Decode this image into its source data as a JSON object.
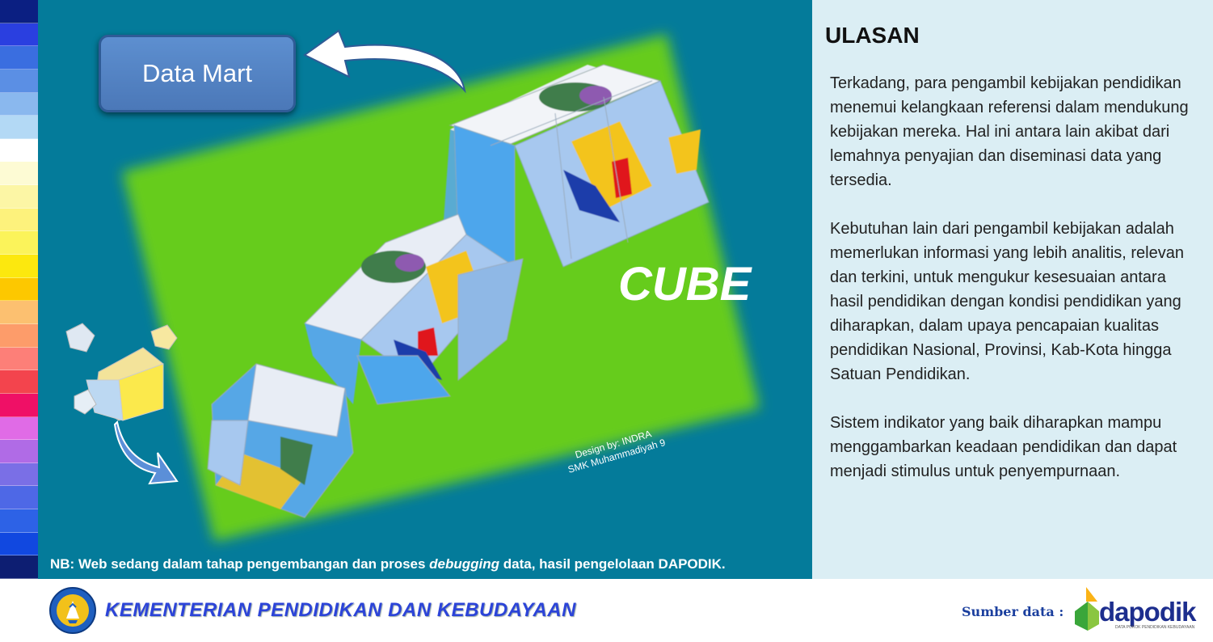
{
  "swatch_colors": [
    "#0b1f82",
    "#2a3fe0",
    "#3a6ee0",
    "#5b8fe4",
    "#8ab8ee",
    "#b3d9f5",
    "#ffffff",
    "#fdfbd4",
    "#fcf6a5",
    "#fdf27c",
    "#fbf35a",
    "#fce80e",
    "#fdc800",
    "#fcc070",
    "#fd9c6a",
    "#fd7f78",
    "#f3444d",
    "#ef1066",
    "#e06be6",
    "#b06be6",
    "#7a6fe6",
    "#4e68e6",
    "#2d62e6",
    "#1148e0",
    "#0d1e72"
  ],
  "hero": {
    "datamart_label": "Data Mart",
    "cube_label": "CUBE",
    "credit_line1": "Design by: INDRA",
    "credit_line2": "SMK Muhammadiyah 9",
    "nb_prefix": "NB: Web sedang dalam tahap pengembangan dan proses ",
    "nb_emphasis": "debugging",
    "nb_suffix": " data, hasil pengelolaan DAPODIK."
  },
  "review": {
    "title": "ULASAN",
    "paragraphs": [
      "Terkadang, para pengambil  kebijakan pendidikan menemui kelangkaan referensi dalam mendukung kebijakan mereka. Hal ini antara lain akibat dari lemahnya penyajian dan diseminasi data yang tersedia.",
      "Kebutuhan lain dari pengambil kebijakan adalah memerlukan informasi yang lebih analitis, relevan dan terkini, untuk mengukur kesesuaian antara hasil pendidikan dengan kondisi pendidikan yang diharapkan, dalam upaya pencapaian kualitas pendidikan Nasional, Provinsi, Kab-Kota hingga Satuan Pendidikan.",
      "Sistem indikator yang baik diharapkan mampu menggambarkan keadaan pendidikan dan dapat menjadi stimulus untuk penyempurnaan."
    ]
  },
  "footer": {
    "ministry_name": "KEMENTERIAN PENDIDIKAN DAN KEBUDAYAAN",
    "source_label": "Sumber data :",
    "dapodik_brand": "dapodik",
    "dapodik_tagline": "DATA POKOK PENDIDIKAN KEBUDAYAAN",
    "ministry_logo_icon": "tut-wuri-handayani-emblem-icon"
  }
}
